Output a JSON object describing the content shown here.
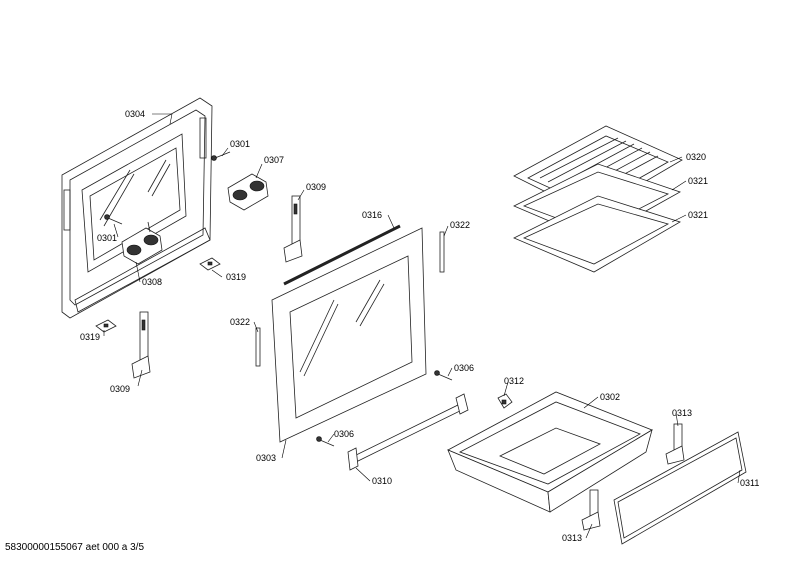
{
  "footer_text": "58300000155067 aet 000 a 3/5",
  "callouts": {
    "c0304": "0304",
    "c0301a": "0301",
    "c0307": "0307",
    "c0301b": "0301",
    "c0309a": "0309",
    "c0308": "0308",
    "c0319a": "0319",
    "c0319b": "0319",
    "c0309b": "0309",
    "c0316": "0316",
    "c0322a": "0322",
    "c0322b": "0322",
    "c0320": "0320",
    "c0321a": "0321",
    "c0321b": "0321",
    "c0306a": "0306",
    "c0306b": "0306",
    "c0312": "0312",
    "c0302": "0302",
    "c0313a": "0313",
    "c0313b": "0313",
    "c0311": "0311",
    "c0303": "0303",
    "c0310": "0310"
  }
}
